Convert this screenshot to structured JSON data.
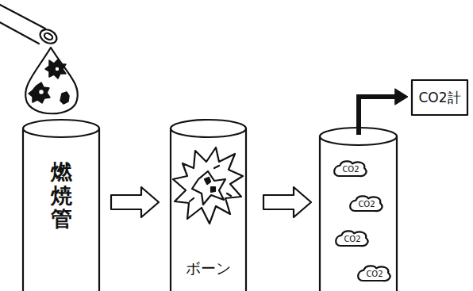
{
  "diagram": {
    "nodes": [
      {
        "text": [
          "燃焼管"
        ]
      },
      {
        "text": [
          "ボーン"
        ]
      },
      {
        "text": [
          "CO2"
        ]
      },
      {
        "text": [
          "CO2"
        ]
      },
      {
        "text": [
          "CO2"
        ]
      },
      {
        "text": [
          "CO2"
        ]
      },
      {
        "text": [
          "CO2計"
        ]
      }
    ],
    "edges": [
      {
        "from": 0,
        "to": 1,
        "arrow": "to"
      }
    ]
  }
}
